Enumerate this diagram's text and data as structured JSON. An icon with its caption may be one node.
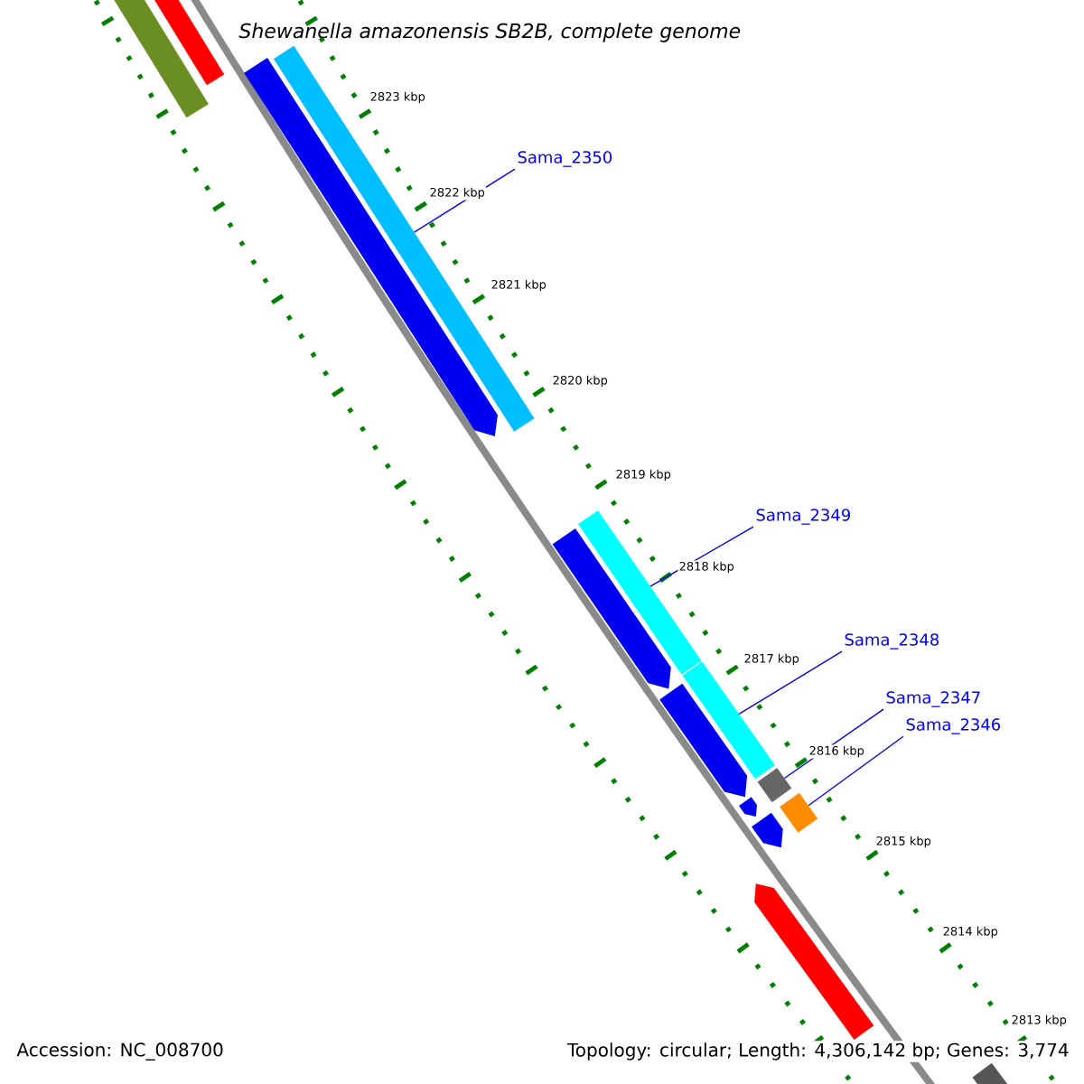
{
  "diagram": {
    "title": "Shewanella amazonensis SB2B, complete genome",
    "nodes": [
      {
        "text": [],
        "shape": "bar"
      },
      {
        "text": [],
        "shape": "bar"
      },
      {
        "text": [],
        "shape": "arrow"
      },
      {
        "text": [],
        "shape": "bar"
      },
      {
        "text": [
          "Sama_2350"
        ]
      },
      {
        "text": [
          "Sama_2349"
        ]
      },
      {
        "text": [],
        "shape": "arrow"
      },
      {
        "text": [],
        "shape": "bar"
      },
      {
        "text": [
          "Sama_2348"
        ]
      },
      {
        "text": [],
        "shape": "bar"
      },
      {
        "text": [],
        "shape": "arrow"
      },
      {
        "text": [
          "Sama_2347"
        ]
      },
      {
        "text": [
          "Sama_2346"
        ]
      },
      {
        "text": [],
        "shape": "bar"
      },
      {
        "text": [],
        "shape": "arrow"
      },
      {
        "text": [],
        "shape": "bar"
      },
      {
        "text": [],
        "shape": "arrow"
      },
      {
        "text": [],
        "shape": "arrow"
      },
      {
        "text": [],
        "shape": "bar"
      }
    ],
    "edges": [
      {
        "from": 4,
        "to": 3,
        "arrow": "none"
      },
      {
        "from": 5,
        "to": 7,
        "arrow": "none"
      },
      {
        "from": 8,
        "to": 9,
        "arrow": "none"
      },
      {
        "from": 11,
        "to": 13,
        "arrow": "none"
      },
      {
        "from": 12,
        "to": 15,
        "arrow": "none"
      }
    ],
    "labels": [
      "2823 kbp",
      "2822 kbp",
      "2821 kbp",
      "2820 kbp",
      "2819 kbp",
      "2818 kbp",
      "2817 kbp",
      "2816 kbp",
      "2815 kbp",
      "2814 kbp",
      "2813 kbp",
      "Accession: NC_008700",
      "Topology: circular; Length: 4,306,142 bp; Genes: 3,774"
    ]
  }
}
